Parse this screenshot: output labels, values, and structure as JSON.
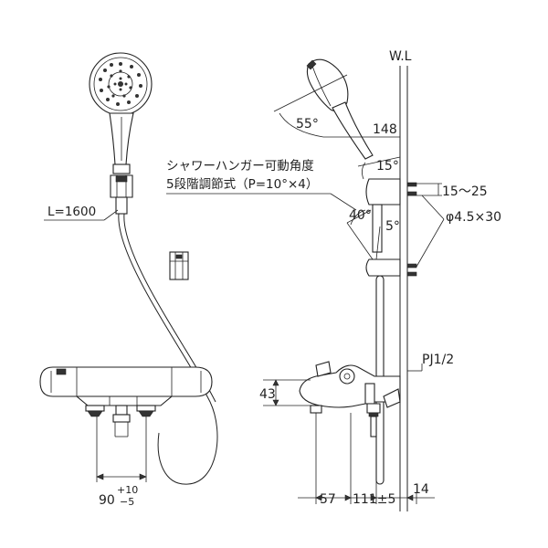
{
  "drawing": {
    "water_level_label": "W.L",
    "hose_length": "L=1600",
    "head_angle": "55°",
    "head_offset": "148",
    "hanger_up_angle": "15°",
    "hanger_down_angle": "5°",
    "hanger_range_angle": "40°",
    "hanger_note_line1": "シャワーハンガー可動角度",
    "hanger_note_line2": "5段階調節式（P=10°×4）",
    "bracket_range": "15～25",
    "screw_spec": "φ4.5×30",
    "pipe_thread": "PJ1/2",
    "height_dim": "43",
    "pitch_base": "90",
    "pitch_plus": "+10",
    "pitch_minus": "−5",
    "left_offset": "57",
    "center_dim": "111±5",
    "right_offset": "14"
  },
  "colors": {
    "line": "#222222",
    "fill_dark": "#333333",
    "background": "#ffffff"
  }
}
